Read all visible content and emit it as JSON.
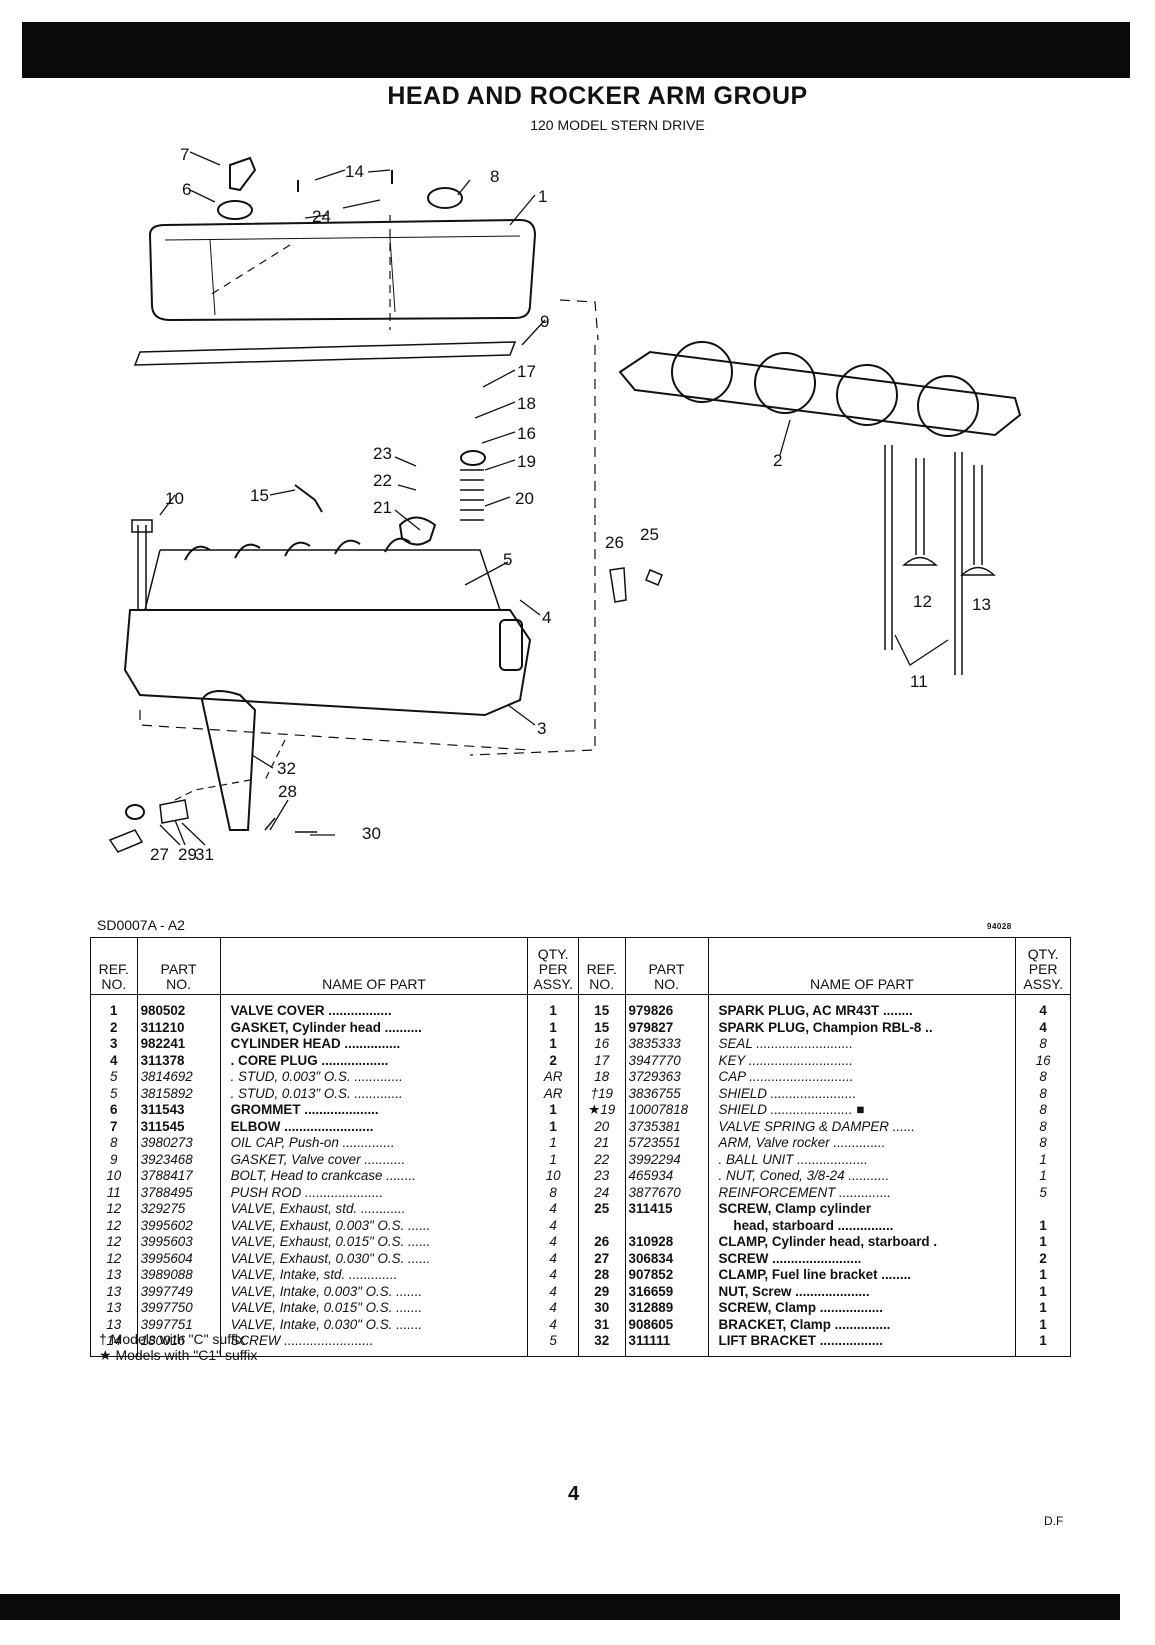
{
  "header": {
    "title": "HEAD AND ROCKER ARM GROUP",
    "subtitle": "120 MODEL STERN DRIVE"
  },
  "diagram": {
    "figure_code": "SD0007A - A2",
    "corner_code": "94028",
    "callouts": [
      "7",
      "6",
      "14",
      "24",
      "8",
      "1",
      "9",
      "17",
      "18",
      "16",
      "23",
      "19",
      "22",
      "20",
      "21",
      "15",
      "10",
      "5",
      "4",
      "3",
      "26",
      "25",
      "2",
      "12",
      "13",
      "11",
      "32",
      "28",
      "30",
      "27",
      "29",
      "31"
    ]
  },
  "table": {
    "headers": {
      "ref": [
        "REF.",
        "NO."
      ],
      "part": [
        "PART",
        "NO."
      ],
      "name": "NAME OF PART",
      "qty": [
        "QTY.",
        "PER",
        "ASSY."
      ]
    },
    "left": [
      {
        "ref": "1",
        "part": "980502",
        "name": "VALVE COVER .................",
        "qty": "1",
        "style": "b"
      },
      {
        "ref": "2",
        "part": "311210",
        "name": "GASKET, Cylinder head ..........",
        "qty": "1",
        "style": "b"
      },
      {
        "ref": "3",
        "part": "982241",
        "name": "CYLINDER HEAD ...............",
        "qty": "1",
        "style": "b"
      },
      {
        "ref": "4",
        "part": "311378",
        "name": ". CORE PLUG ..................",
        "qty": "2",
        "style": "b"
      },
      {
        "ref": "5",
        "part": "3814692",
        "name": ". STUD, 0.003\" O.S. .............",
        "qty": "AR",
        "style": "i"
      },
      {
        "ref": "5",
        "part": "3815892",
        "name": ". STUD, 0.013\" O.S. .............",
        "qty": "AR",
        "style": "i"
      },
      {
        "ref": "6",
        "part": "311543",
        "name": "GROMMET ....................",
        "qty": "1",
        "style": "b"
      },
      {
        "ref": "7",
        "part": "311545",
        "name": "ELBOW ........................",
        "qty": "1",
        "style": "b"
      },
      {
        "ref": "8",
        "part": "3980273",
        "name": "OIL CAP, Push-on ..............",
        "qty": "1",
        "style": "i"
      },
      {
        "ref": "9",
        "part": "3923468",
        "name": "GASKET, Valve cover ...........",
        "qty": "1",
        "style": "i"
      },
      {
        "ref": "10",
        "part": "3788417",
        "name": "BOLT, Head to crankcase ........",
        "qty": "10",
        "style": "i"
      },
      {
        "ref": "11",
        "part": "3788495",
        "name": "PUSH ROD .....................",
        "qty": "8",
        "style": "i"
      },
      {
        "ref": "12",
        "part": "329275",
        "name": "VALVE, Exhaust, std. ............",
        "qty": "4",
        "style": "i"
      },
      {
        "ref": "12",
        "part": "3995602",
        "name": "VALVE, Exhaust, 0.003\" O.S. ......",
        "qty": "4",
        "style": "i"
      },
      {
        "ref": "12",
        "part": "3995603",
        "name": "VALVE, Exhaust, 0.015\" O.S. ......",
        "qty": "4",
        "style": "i"
      },
      {
        "ref": "12",
        "part": "3995604",
        "name": "VALVE, Exhaust, 0.030\" O.S. ......",
        "qty": "4",
        "style": "i"
      },
      {
        "ref": "13",
        "part": "3989088",
        "name": "VALVE, Intake, std. .............",
        "qty": "4",
        "style": "i"
      },
      {
        "ref": "13",
        "part": "3997749",
        "name": "VALVE, Intake, 0.003\" O.S. .......",
        "qty": "4",
        "style": "i"
      },
      {
        "ref": "13",
        "part": "3997750",
        "name": "VALVE, Intake, 0.015\" O.S. .......",
        "qty": "4",
        "style": "i"
      },
      {
        "ref": "13",
        "part": "3997751",
        "name": "VALVE, Intake, 0.030\" O.S. .......",
        "qty": "4",
        "style": "i"
      },
      {
        "ref": "14",
        "part": "180016",
        "name": "SCREW ........................",
        "qty": "5",
        "style": "i"
      }
    ],
    "right": [
      {
        "ref": "15",
        "part": "979826",
        "name": "SPARK PLUG, AC MR43T ........",
        "qty": "4",
        "style": "b"
      },
      {
        "ref": "15",
        "part": "979827",
        "name": "SPARK PLUG, Champion RBL-8 ..",
        "qty": "4",
        "style": "b"
      },
      {
        "ref": "16",
        "part": "3835333",
        "name": "SEAL ..........................",
        "qty": "8",
        "style": "i"
      },
      {
        "ref": "17",
        "part": "3947770",
        "name": "KEY ............................",
        "qty": "16",
        "style": "i"
      },
      {
        "ref": "18",
        "part": "3729363",
        "name": "CAP ............................",
        "qty": "8",
        "style": "i"
      },
      {
        "ref": "†19",
        "part": "3836755",
        "name": "SHIELD .......................",
        "qty": "8",
        "style": "i"
      },
      {
        "ref": "★19",
        "part": "10007818",
        "name": "SHIELD ...................... ■",
        "qty": "8",
        "style": "i"
      },
      {
        "ref": "20",
        "part": "3735381",
        "name": "VALVE SPRING & DAMPER ......",
        "qty": "8",
        "style": "i"
      },
      {
        "ref": "21",
        "part": "5723551",
        "name": "ARM, Valve rocker ..............",
        "qty": "8",
        "style": "i"
      },
      {
        "ref": "22",
        "part": "3992294",
        "name": ". BALL UNIT ...................",
        "qty": "1",
        "style": "i"
      },
      {
        "ref": "23",
        "part": "465934",
        "name": ". NUT, Coned, 3/8-24 ...........",
        "qty": "1",
        "style": "i"
      },
      {
        "ref": "24",
        "part": "3877670",
        "name": "REINFORCEMENT ..............",
        "qty": "5",
        "style": "i"
      },
      {
        "ref": "25",
        "part": "311415",
        "name": "SCREW, Clamp cylinder",
        "qty": "",
        "style": "b"
      },
      {
        "ref": "",
        "part": "",
        "name": "    head, starboard ...............",
        "qty": "1",
        "style": "b"
      },
      {
        "ref": "26",
        "part": "310928",
        "name": "CLAMP, Cylinder head, starboard .",
        "qty": "1",
        "style": "b"
      },
      {
        "ref": "27",
        "part": "306834",
        "name": "SCREW ........................",
        "qty": "2",
        "style": "b"
      },
      {
        "ref": "28",
        "part": "907852",
        "name": "CLAMP, Fuel line bracket ........",
        "qty": "1",
        "style": "b"
      },
      {
        "ref": "29",
        "part": "316659",
        "name": "NUT, Screw ....................",
        "qty": "1",
        "style": "b"
      },
      {
        "ref": "30",
        "part": "312889",
        "name": "SCREW, Clamp .................",
        "qty": "1",
        "style": "b"
      },
      {
        "ref": "31",
        "part": "908605",
        "name": "BRACKET, Clamp ...............",
        "qty": "1",
        "style": "b"
      },
      {
        "ref": "32",
        "part": "311111",
        "name": "LIFT BRACKET .................",
        "qty": "1",
        "style": "b"
      }
    ]
  },
  "footnotes": [
    "† Models with \"C\" suffix",
    "★ Models with \"C1\" suffix"
  ],
  "footer": {
    "page_number": "4",
    "code": "D.F"
  }
}
